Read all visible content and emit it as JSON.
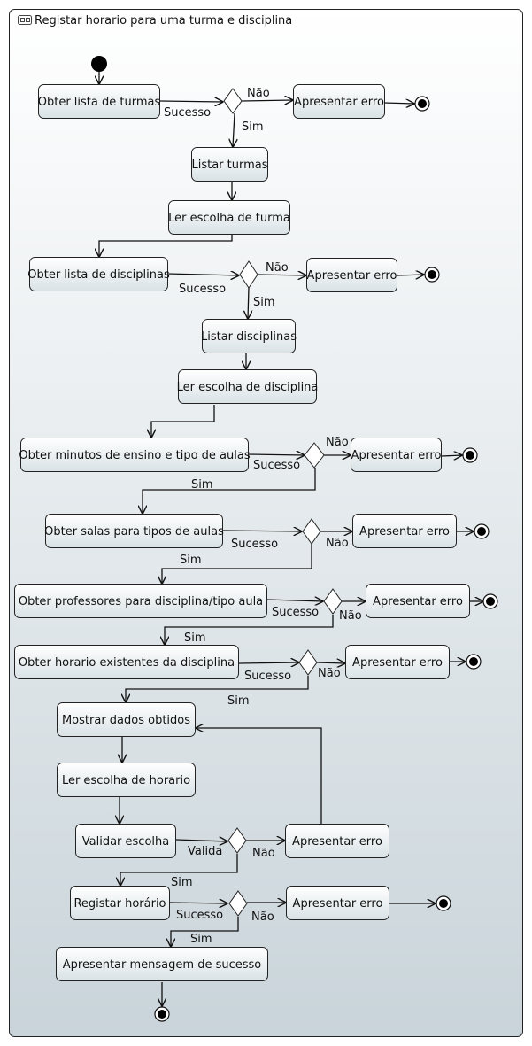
{
  "title": "Registar horario para uma turma e disciplina",
  "labels": {
    "sucesso": "Sucesso",
    "sim": "Sim",
    "nao": "Não",
    "valida": "Valida"
  },
  "actions": {
    "a1": "Obter lista de turmas",
    "a2": "Listar turmas",
    "a3": "Ler escolha de turma",
    "a4": "Obter lista de disciplinas",
    "a5": "Listar disciplinas",
    "a6": "Ler escolha de disciplina",
    "a7": "Obter minutos de ensino e tipo de aulas",
    "a8": "Obter salas para tipos de aulas",
    "a9": "Obter professores para disciplina/tipo aula",
    "a10": "Obter horario existentes da disciplina",
    "a11": "Mostrar dados obtidos",
    "a12": "Ler escolha de horario",
    "a13": "Validar escolha",
    "a14": "Registar horário",
    "a15": "Apresentar mensagem de sucesso",
    "erro": "Apresentar erro"
  },
  "colors": {
    "bg_top": "#ffffff",
    "bg_bottom": "#c9d4da",
    "box_top": "#ffffff",
    "box_bottom": "#d9e2e6",
    "stroke": "#222222"
  }
}
